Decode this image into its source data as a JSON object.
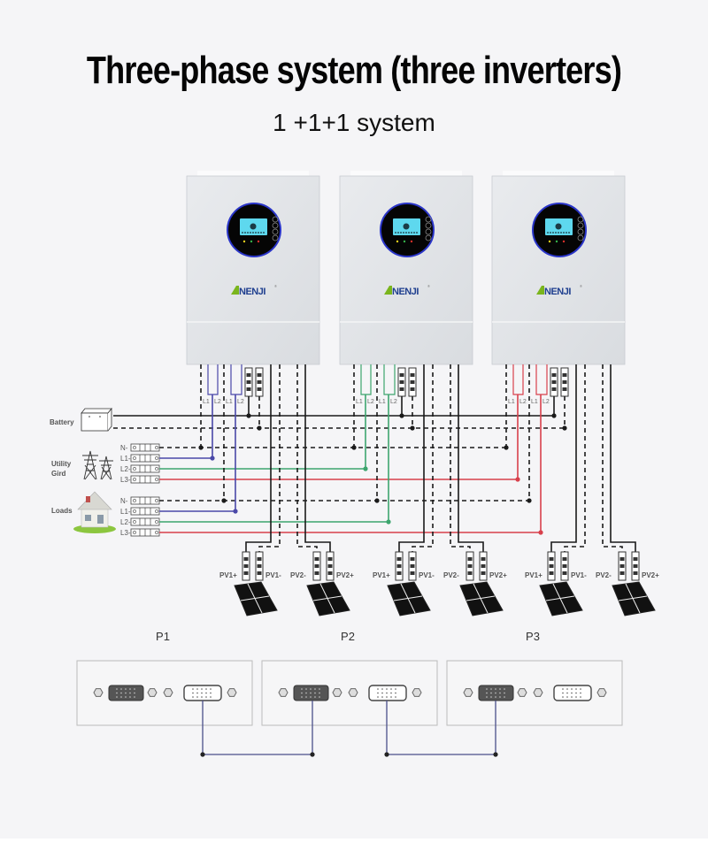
{
  "header": {
    "title": "Three-phase system (three inverters)",
    "subtitle": "1 +1+1 system"
  },
  "sources": {
    "battery_label": "Battery",
    "utility_label_line1": "Utility",
    "utility_label_line2": "Gird",
    "loads_label": "Loads",
    "terminal_labels": [
      "N",
      "L1",
      "L2",
      "L3"
    ]
  },
  "inverters": [
    {
      "brand": "ANENJI",
      "output_labels": [
        "L1",
        "L2",
        "L1",
        "L2"
      ],
      "phase": "L1",
      "phase_color": "#4a48a8",
      "pv_labels": [
        "PV1+",
        "PV1-",
        "PV2-",
        "PV2+"
      ]
    },
    {
      "brand": "ANENJI",
      "output_labels": [
        "L1",
        "L2",
        "L1",
        "L2"
      ],
      "phase": "L2",
      "phase_color": "#3da56e",
      "pv_labels": [
        "PV1+",
        "PV1-",
        "PV2-",
        "PV2+"
      ]
    },
    {
      "brand": "ANENJI",
      "output_labels": [
        "L1",
        "L2",
        "L1",
        "L2"
      ],
      "phase": "L3",
      "phase_color": "#d8404c",
      "pv_labels": [
        "PV1+",
        "PV1-",
        "PV2-",
        "PV2+"
      ]
    }
  ],
  "parallel_ports": [
    {
      "label": "P1"
    },
    {
      "label": "P2"
    },
    {
      "label": "P3"
    }
  ],
  "colors": {
    "background": "#f5f5f7",
    "phase_L1": "#4a48a8",
    "phase_L2": "#3da56e",
    "phase_L3": "#d8404c",
    "wire": "#1a1a1a",
    "comm_cable": "#4b4f8a",
    "brand_green": "#7ab51d",
    "brand_blue": "#1f3f8f",
    "lcd": "#5ed8ee"
  }
}
